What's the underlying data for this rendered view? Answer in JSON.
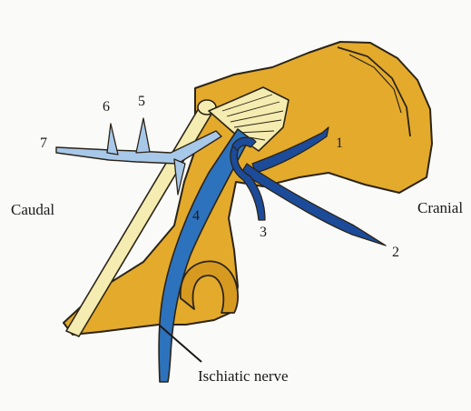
{
  "labels": {
    "caudal": "Caudal",
    "cranial": "Cranial",
    "ischiatic_nerve": "Ischiatic nerve",
    "n1": "1",
    "n2": "2",
    "n3": "3",
    "n4": "4",
    "n5": "5",
    "n6": "6",
    "n7": "7"
  },
  "colors": {
    "bone": "#e3aa2c",
    "bone_outline": "#2b2416",
    "ligament": "#f4ecb0",
    "nerve_dark": "#1c4b9a",
    "nerve_mid": "#2d72bd",
    "nerve_light": "#a8c8ea"
  }
}
